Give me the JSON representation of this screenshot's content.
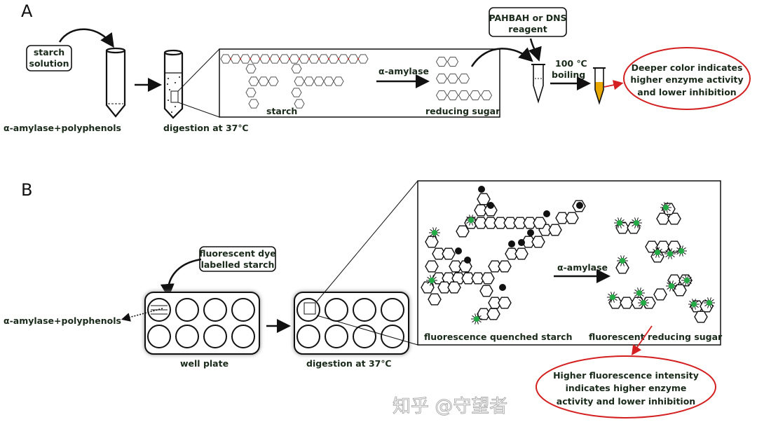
{
  "panel_a": {
    "label": "A",
    "starch_solution": [
      "starch",
      "solution"
    ],
    "tube1_label": "α-amylase+polyphenols",
    "tube2_label": "digestion at 37℃",
    "starch_label": "starch",
    "enzyme_label": "α-amylase",
    "reducing_sugar_label": "reducing sugar",
    "reagent_box": [
      "PAHBAH or DNS",
      "reagent"
    ],
    "boiling": [
      "100 ℃",
      "boiling"
    ],
    "result_ellipse": [
      "Deeper color indicates",
      "higher enzyme activity",
      "and lower inhibition"
    ]
  },
  "panel_b": {
    "label": "B",
    "dye_box": [
      "fluorescent dye",
      "labelled starch"
    ],
    "added_label": "α-amylase+polyphenols",
    "plate1_label": "well plate",
    "plate2_label": "digestion at 37℃",
    "enzyme_label": "α-amylase",
    "quenched_label": "fluorescence quenched starch",
    "fluorescent_sugar_label": "fluorescent reducing sugar",
    "result_ellipse": [
      "Higher fluorescence intensity",
      "indicates higher enzyme",
      "activity and lower inhibition"
    ]
  },
  "watermark": "知乎 @守望者",
  "colors": {
    "result_outline": "#d42020",
    "fluorophore": "#22aa44",
    "quencher": "#111111",
    "reaction_color": "#e8a800"
  }
}
